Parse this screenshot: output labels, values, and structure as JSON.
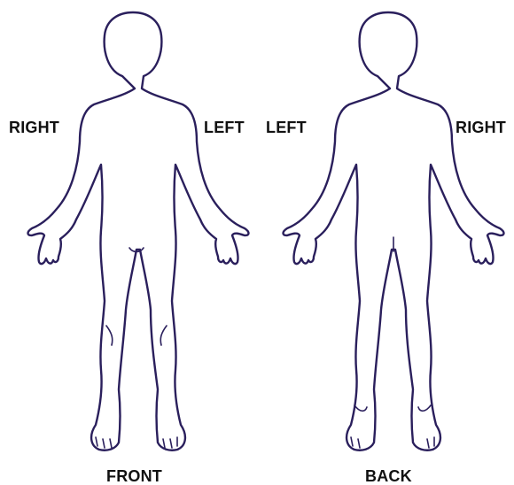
{
  "front": {
    "caption": "FRONT",
    "side_right": "RIGHT",
    "side_left": "LEFT"
  },
  "back": {
    "caption": "BACK",
    "side_left": "LEFT",
    "side_right": "RIGHT"
  },
  "colors": {
    "outline": "#2a1f5c",
    "text": "#111111",
    "background": "#ffffff"
  }
}
